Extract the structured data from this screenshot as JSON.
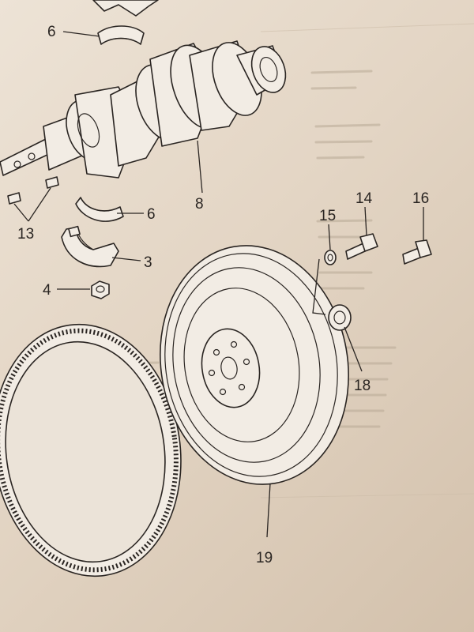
{
  "diagram": {
    "callouts": [
      "6",
      "8",
      "6",
      "3",
      "4",
      "13",
      "15",
      "14",
      "16",
      "18",
      "19"
    ]
  },
  "colors": {
    "paper": "#e8dccd",
    "ink": "#2a2522"
  }
}
